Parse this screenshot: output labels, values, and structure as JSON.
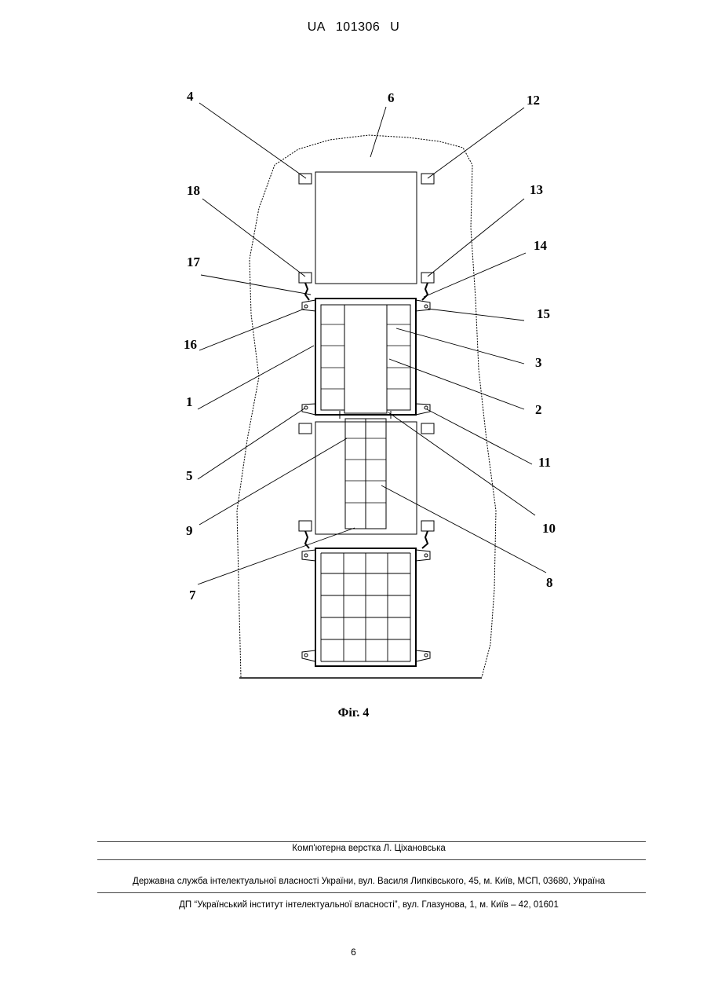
{
  "header": {
    "country": "UA",
    "number": "101306",
    "kind": "U"
  },
  "figure": {
    "caption": "Фіг. 4",
    "labels": [
      "4",
      "6",
      "12",
      "18",
      "13",
      "17",
      "14",
      "16",
      "15",
      "3",
      "1",
      "2",
      "5",
      "11",
      "9",
      "10",
      "7",
      "8"
    ]
  },
  "footer": {
    "layout_credit": "Комп'ютерна верстка Л. Ціхановська",
    "agency": "Державна служба інтелектуальної власності України, вул. Василя Липківського, 45, м. Київ, МСП, 03680, Україна",
    "institute": "ДП “Український інститут інтелектуальної власності”, вул. Глазунова, 1, м. Київ – 42, 01601"
  },
  "page_number": "6"
}
